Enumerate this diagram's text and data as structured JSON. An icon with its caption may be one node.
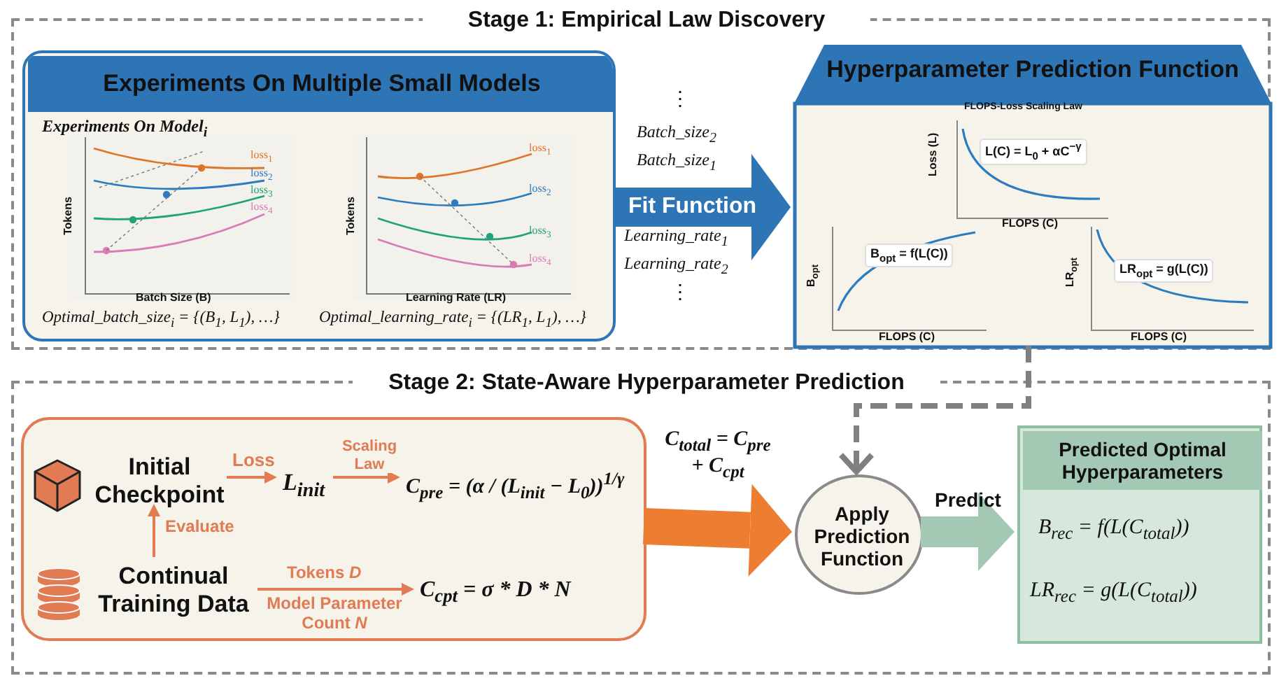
{
  "diagram": {
    "nodes": [
      {
        "text": [
          "Stage 1: Empirical Law Discovery"
        ]
      },
      {
        "text": [
          "Experiments On Multiple Small Models",
          "Experiments On Model$_{i}$",
          "Optimal_batch_size$_{i}$ = {(B$_{1}$, L$_{1}$), …}",
          "Optimal_learning_rate$_{i}$ = {(LR$_{1}$, L$_{1}$), …}"
        ],
        "in": 0
      },
      {
        "text": [
          "Hyperparameter Prediction Function"
        ],
        "in": 0
      },
      {
        "text": [
          "Stage 2: State-Aware Hyperparameter Prediction"
        ]
      },
      {
        "text": [],
        "shape": "box",
        "in": 3
      },
      {
        "text": [
          "Initial Checkpoint"
        ],
        "in": 4
      },
      {
        "text": [
          "Continual Training Data"
        ],
        "in": 4
      },
      {
        "text": [
          "L$_{init}$"
        ],
        "in": 4
      },
      {
        "text": [
          "C$_{pre}$ = (α / (L$_{init}$ − L$_{0}$))$^{1/γ}$"
        ],
        "in": 4
      },
      {
        "text": [
          "C$_{cpt}$ = σ * D * N"
        ],
        "in": 4
      },
      {
        "text": [
          "Apply Prediction Function"
        ],
        "in": 3
      },
      {
        "text": [
          "Predicted Optimal Hyperparameters",
          "B$_{rec}$ = f(L(C$_{total}$))",
          "LR$_{rec}$ = g(L(C$_{total}$))"
        ],
        "in": 3
      }
    ],
    "edges": [
      {
        "from": 1,
        "to": 2,
        "arrow": "to",
        "label": "Fit Function",
        "style": "thick",
        "color": "#2e75b6"
      },
      {
        "from": 2,
        "to": 10,
        "arrow": "to",
        "style": "dashed",
        "color": "#808080"
      },
      {
        "from": 6,
        "to": 5,
        "arrow": "to",
        "label": "Evaluate"
      },
      {
        "from": 5,
        "to": 7,
        "arrow": "to",
        "label": "Loss"
      },
      {
        "from": 7,
        "to": 8,
        "arrow": "to",
        "label": "Scaling Law"
      },
      {
        "from": 6,
        "to": 9,
        "arrow": "to",
        "label": "Tokens *D*"
      },
      {
        "from": 4,
        "to": 10,
        "arrow": "to",
        "label": "C$_{total}$ = C$_{pre}$ + C$_{cpt}$",
        "style": "thick",
        "color": "#ed7d31"
      },
      {
        "from": 10,
        "to": 11,
        "arrow": "to",
        "label": "Predict",
        "style": "thick",
        "color": "#a3c9b5"
      }
    ],
    "labels": [
      "loss$_{1}$",
      "loss$_{2}$",
      "loss$_{3}$",
      "loss$_{4}$",
      "Tokens",
      "Batch Size (B)",
      "loss$_{1}$",
      "loss$_{2}$",
      "loss$_{3}$",
      "loss$_{4}$",
      "Tokens",
      "Learning Rate (LR)",
      "⋮",
      "Batch_size$_{2}$",
      "Batch_size$_{1}$",
      "Learning_rate$_{1}$",
      "Learning_rate$_{2}$",
      "⋮",
      "FLOPS-Loss Scaling Law",
      "Loss (L)",
      "L(C) = L$_{0}$ + αC$^{−γ}$",
      "FLOPS (C)",
      "B$_{opt}$",
      "B$_{opt}$ = f(L(C))",
      "FLOPS (C)",
      "LR$_{opt}$",
      "LR$_{opt}$ = g(L(C))",
      "FLOPS (C)",
      "Model Parameter Count *N*"
    ]
  }
}
